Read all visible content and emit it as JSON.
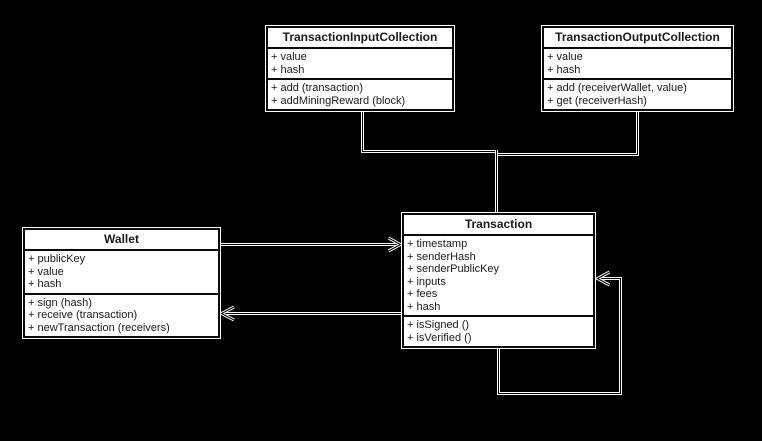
{
  "colors": {
    "background": "#000000",
    "box_fill": "#ffffff",
    "box_border": "#000000",
    "connector": "#ffffff",
    "text": "#1a1a1a"
  },
  "classes": [
    {
      "name": "TransactionInputCollection",
      "attributes": [
        "+ value",
        "+ hash"
      ],
      "methods": [
        "+ add (transaction)",
        "+ addMiningReward (block)"
      ]
    },
    {
      "name": "TransactionOutputCollection",
      "attributes": [
        "+ value",
        "+ hash"
      ],
      "methods": [
        "+ add (receiverWallet, value)",
        "+ get (receiverHash)"
      ]
    },
    {
      "name": "Wallet",
      "attributes": [
        "+ publicKey",
        "+ value",
        "+ hash"
      ],
      "methods": [
        "+ sign (hash)",
        "+ receive (transaction)",
        "+ newTransaction (receivers)"
      ]
    },
    {
      "name": "Transaction",
      "attributes": [
        "+ timestamp",
        "+ senderHash",
        "+ senderPublicKey",
        "+ inputs",
        "+ fees",
        "+ hash"
      ],
      "methods": [
        "+ isSigned ()",
        "+ isVerified ()"
      ]
    }
  ],
  "relationships": [
    {
      "from": "TransactionInputCollection",
      "to": "Transaction",
      "arrowhead": "none",
      "style": "double-line"
    },
    {
      "from": "TransactionOutputCollection",
      "to": "Transaction",
      "arrowhead": "none",
      "style": "double-line"
    },
    {
      "from": "Wallet",
      "to": "Transaction",
      "arrowhead": "open",
      "style": "double-line"
    },
    {
      "from": "Transaction",
      "to": "Wallet",
      "arrowhead": "open",
      "style": "double-line"
    },
    {
      "from": "Transaction",
      "to": "Transaction",
      "arrowhead": "open",
      "style": "double-line self-loop"
    }
  ]
}
